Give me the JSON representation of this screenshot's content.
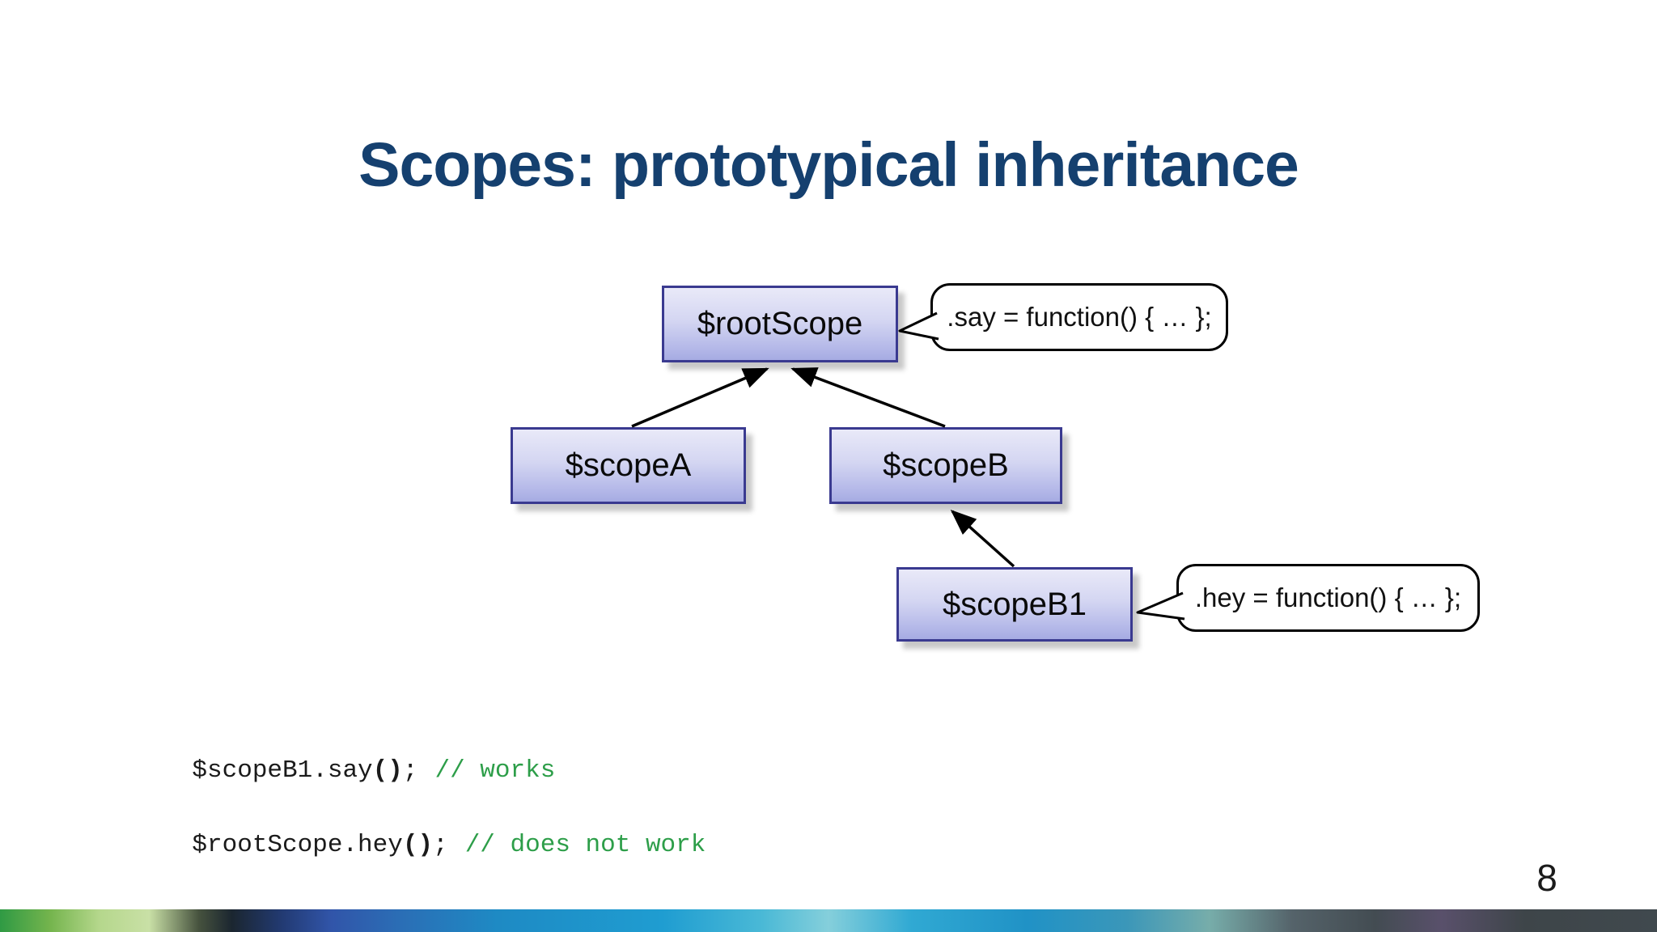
{
  "slide": {
    "title": "Scopes: prototypical inheritance",
    "page_number": "8"
  },
  "diagram": {
    "nodes": [
      {
        "id": "rootScope",
        "label": "$rootScope"
      },
      {
        "id": "scopeA",
        "label": "$scopeA"
      },
      {
        "id": "scopeB",
        "label": "$scopeB"
      },
      {
        "id": "scopeB1",
        "label": "$scopeB1"
      }
    ],
    "callouts": [
      {
        "attached_to": "$rootScope",
        "text": ".say = function() { … };"
      },
      {
        "attached_to": "$scopeB1",
        "text": ".hey = function() { … };"
      }
    ],
    "edges": [
      {
        "from": "$scopeA",
        "to": "$rootScope"
      },
      {
        "from": "$scopeB",
        "to": "$rootScope"
      },
      {
        "from": "$scopeB1",
        "to": "$scopeB"
      }
    ]
  },
  "code": {
    "line1": {
      "call": "$scopeB1.say",
      "parens": "()",
      "semicolon": ";",
      "comment": "// works"
    },
    "line2": {
      "call": "$rootScope.hey",
      "parens": "()",
      "semicolon": ";",
      "comment": "// does not work"
    }
  },
  "colors": {
    "title": "#15406f",
    "node_border": "#3a3a90",
    "node_fill_top": "#e9e9f8",
    "node_fill_bottom": "#a6abe2",
    "comment_green": "#2d9e49",
    "footer_green": "#2f9a44",
    "footer_blue": "#1f9dd1"
  }
}
